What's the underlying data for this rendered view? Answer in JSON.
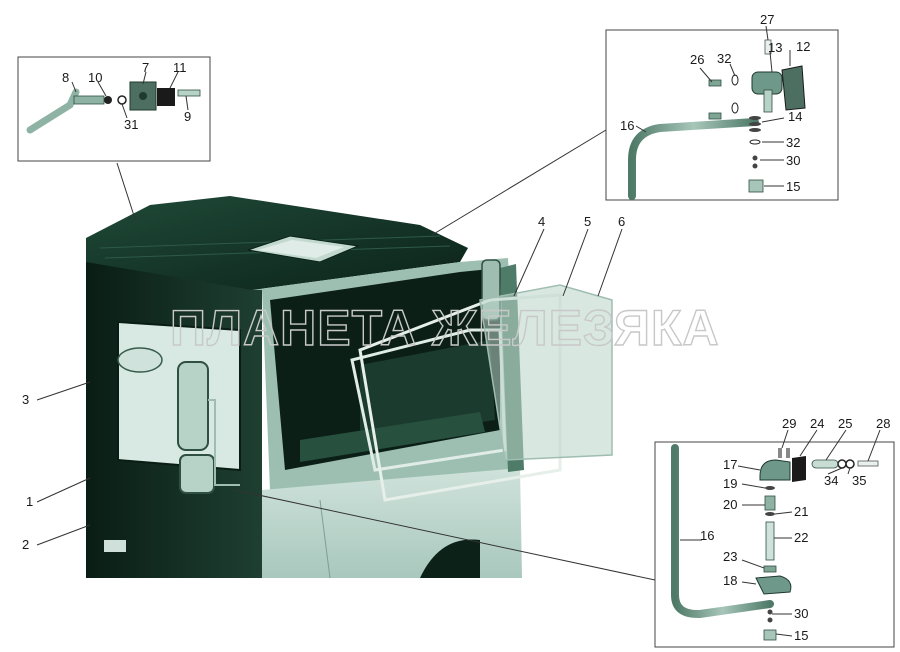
{
  "watermark": "ПЛАНЕТА ЖЕЛЕЗЯКА",
  "colors": {
    "cab_dark": "#0d2a1e",
    "cab_mid": "#3f6f5c",
    "cab_light": "#7fa79a",
    "panel": "#d9e8e3",
    "part_green": "#7fa594",
    "part_dark": "#2f4f42"
  },
  "labels": {
    "l1": "1",
    "l2": "2",
    "l3": "3",
    "l4": "4",
    "l5": "5",
    "l6": "6",
    "l7": "7",
    "l8": "8",
    "l9": "9",
    "l10": "10",
    "l11": "11",
    "l31": "31",
    "l12": "12",
    "l13": "13",
    "l14": "14",
    "l15a": "15",
    "l16a": "16",
    "l26": "26",
    "l27": "27",
    "l30a": "30",
    "l32a": "32",
    "l32b": "32",
    "l15b": "15",
    "l16b": "16",
    "l17": "17",
    "l18": "18",
    "l19": "19",
    "l20": "20",
    "l21": "21",
    "l22": "22",
    "l23": "23",
    "l24": "24",
    "l25": "25",
    "l28": "28",
    "l29": "29",
    "l30b": "30",
    "l34": "34",
    "l35": "35"
  }
}
